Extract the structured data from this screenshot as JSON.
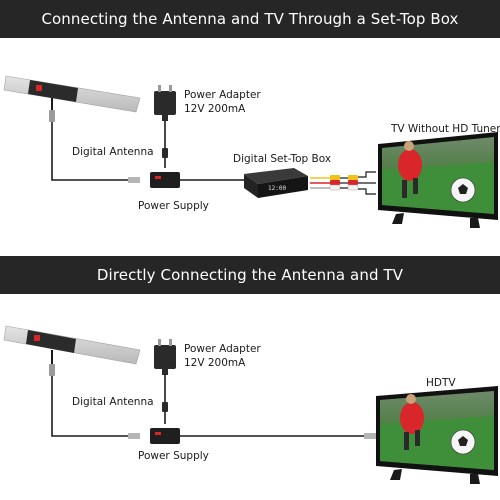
{
  "section_1": {
    "title": "Connecting the Antenna and TV Through a Set-Top Box",
    "labels": {
      "power_adapter": "Power Adapter",
      "power_adapter_spec": "12V 200mA",
      "digital_antenna": "Digital Antenna",
      "power_supply": "Power Supply",
      "set_top_box": "Digital Set-Top Box",
      "tv": "TV Without HD Tuner",
      "box_display": "12:00"
    }
  },
  "section_2": {
    "title": "Directly Connecting the Antenna and TV",
    "labels": {
      "power_adapter": "Power Adapter",
      "power_adapter_spec": "12V 200mA",
      "digital_antenna": "Digital Antenna",
      "power_supply": "Power Supply",
      "tv": "HDTV"
    }
  },
  "colors": {
    "banner": "#262626",
    "cable": "#1a1a1a",
    "antenna_body": "#2b2b2b",
    "antenna_strip": "#c9c9c9",
    "cable_yellow": "#f2c21b",
    "cable_red": "#d8262a",
    "cable_white": "#f2f2f2",
    "grass": "#3f8f3a",
    "jersey": "#d8262a"
  },
  "icons": [
    "antenna-icon",
    "power-adapter-icon",
    "power-supply-icon",
    "set-top-box-icon",
    "tv-icon",
    "rca-cable-icon"
  ]
}
